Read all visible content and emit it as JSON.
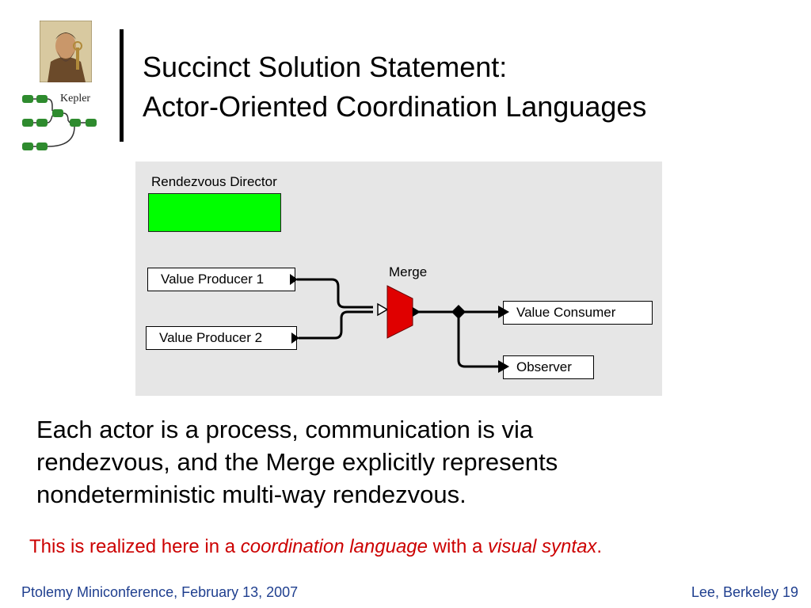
{
  "title": {
    "line1": "Succinct Solution Statement:",
    "line2": "Actor-Oriented Coordination Languages"
  },
  "logo": {
    "text": "Kepler",
    "icon": "kepler-logo"
  },
  "diagram": {
    "director_label": "Rendezvous Director",
    "director_color": "#00ff00",
    "merge_label": "Merge",
    "merge_color": "#e00000",
    "actors": {
      "producer1": "Value Producer 1",
      "producer2": "Value Producer 2",
      "consumer": "Value Consumer",
      "observer": "Observer"
    }
  },
  "body": {
    "line1": "Each actor is a process, communication is via",
    "line2": "rendezvous, and the Merge explicitly represents",
    "line3": "nondeterministic multi-way rendezvous."
  },
  "note": {
    "part1": "This is realized here in a ",
    "em1": "coordination language",
    "part2": " with a ",
    "em2": "visual syntax",
    "part3": "."
  },
  "footer": {
    "left": "Ptolemy Miniconference, February 13, 2007",
    "right": "Lee, Berkeley 19"
  }
}
